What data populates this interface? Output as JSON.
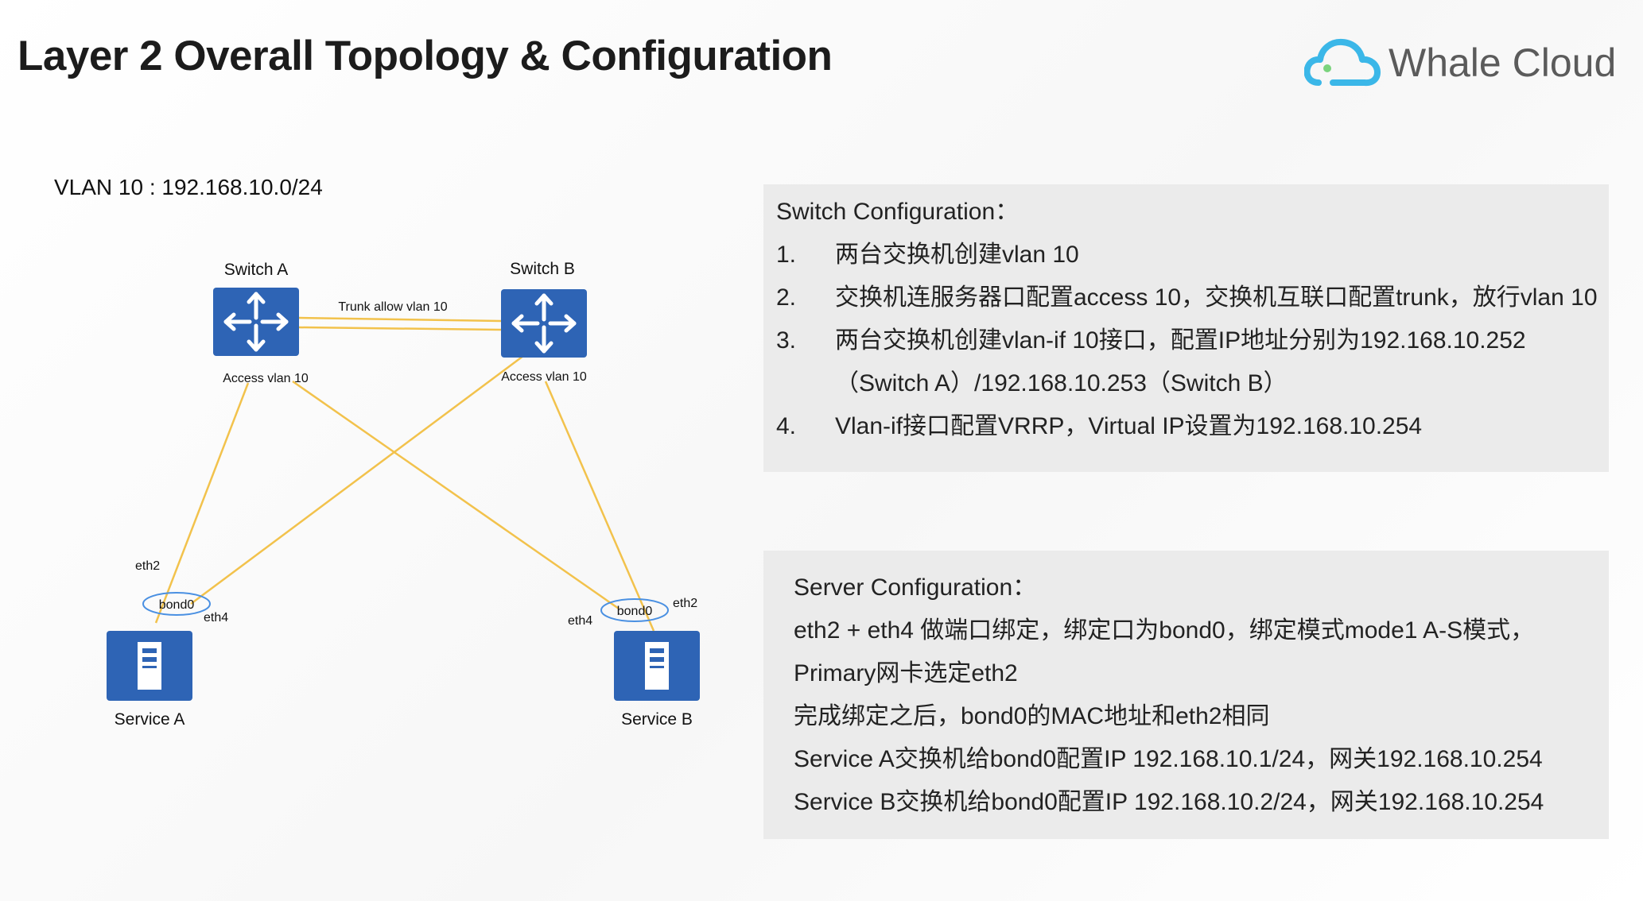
{
  "header": {
    "title": "Layer 2 Overall Topology & Configuration",
    "logo_text": "Whale Cloud"
  },
  "topology": {
    "vlan_label": "VLAN 10 : 192.168.10.0/24",
    "switch_a": {
      "label": "Switch A",
      "port_label": "Access vlan 10"
    },
    "switch_b": {
      "label": "Switch B",
      "port_label": "Access vlan 10"
    },
    "trunk_label": "Trunk allow vlan 10",
    "service_a": {
      "label": "Service A",
      "bond": "bond0",
      "eth2": "eth2",
      "eth4": "eth4"
    },
    "service_b": {
      "label": "Service B",
      "bond": "bond0",
      "eth2": "eth2",
      "eth4": "eth4"
    },
    "colors": {
      "device_fill": "#2e64b5",
      "link": "#f2c24c",
      "bond_outline": "#4a90e2",
      "panel_bg": "#ebebeb"
    }
  },
  "switch_config": {
    "heading": "Switch Configuration：",
    "items": [
      {
        "num": "1.",
        "text": "两台交换机创建vlan 10"
      },
      {
        "num": "2.",
        "text": "交换机连服务器口配置access 10，交换机互联口配置trunk，放行vlan 10"
      },
      {
        "num": "3.",
        "text": "两台交换机创建vlan-if 10接口，配置IP地址分别为192.168.10.252"
      },
      {
        "num": "",
        "text": "（Switch A）/192.168.10.253（Switch B）"
      },
      {
        "num": "4.",
        "text": "Vlan-if接口配置VRRP，Virtual IP设置为192.168.10.254"
      }
    ]
  },
  "server_config": {
    "heading": "Server Configuration：",
    "lines": [
      "eth2 + eth4 做端口绑定，绑定口为bond0，绑定模式mode1 A-S模式，",
      "Primary网卡选定eth2",
      "完成绑定之后，bond0的MAC地址和eth2相同",
      "Service A交换机给bond0配置IP 192.168.10.1/24，网关192.168.10.254",
      "Service B交换机给bond0配置IP 192.168.10.2/24，网关192.168.10.254"
    ]
  }
}
